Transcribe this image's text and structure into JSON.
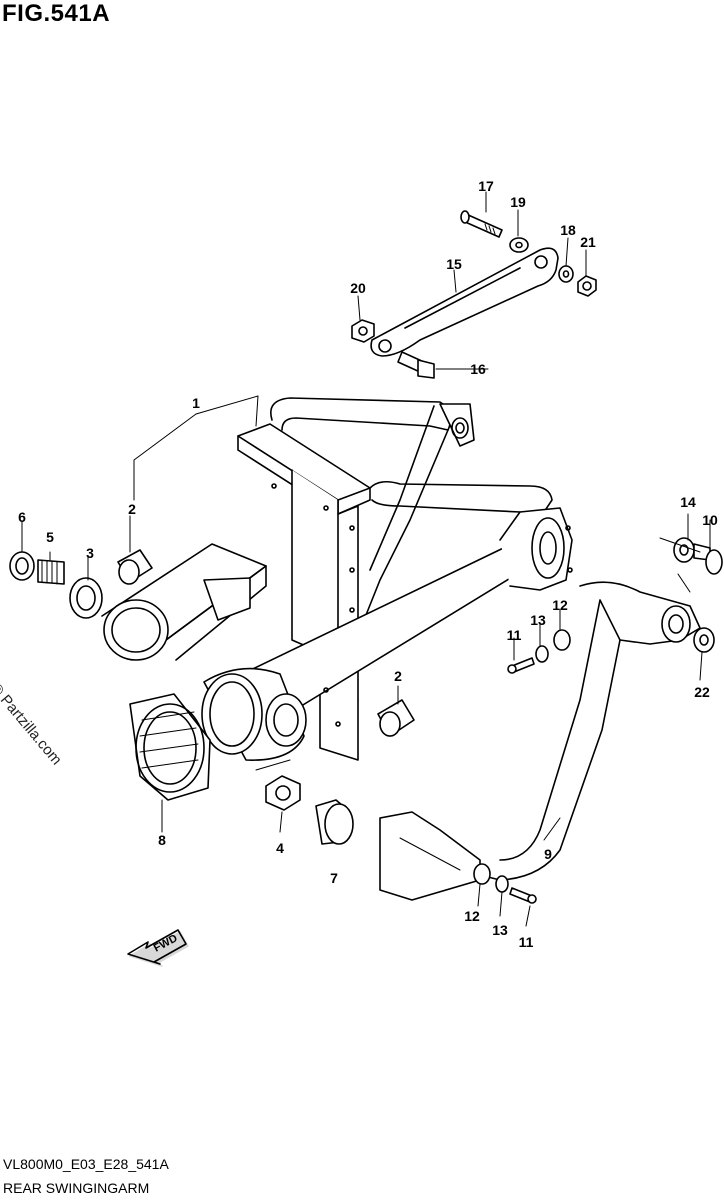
{
  "figure": {
    "title": "FIG.541A",
    "watermark": "© Partzilla.com",
    "footer_code": "VL800M0_E03_E28_541A",
    "footer_name": "REAR SWINGINGARM",
    "fwd_label": "FWD"
  },
  "callouts": [
    {
      "id": "c17",
      "text": "17"
    },
    {
      "id": "c19",
      "text": "19"
    },
    {
      "id": "c18",
      "text": "18"
    },
    {
      "id": "c21",
      "text": "21"
    },
    {
      "id": "c15",
      "text": "15"
    },
    {
      "id": "c20",
      "text": "20"
    },
    {
      "id": "c16",
      "text": "16"
    },
    {
      "id": "c1",
      "text": "1"
    },
    {
      "id": "c2a",
      "text": "2"
    },
    {
      "id": "c6",
      "text": "6"
    },
    {
      "id": "c5",
      "text": "5"
    },
    {
      "id": "c3",
      "text": "3"
    },
    {
      "id": "c14",
      "text": "14"
    },
    {
      "id": "c10",
      "text": "10"
    },
    {
      "id": "c12a",
      "text": "12"
    },
    {
      "id": "c13a",
      "text": "13"
    },
    {
      "id": "c11a",
      "text": "11"
    },
    {
      "id": "c22",
      "text": "22"
    },
    {
      "id": "c2b",
      "text": "2"
    },
    {
      "id": "c8",
      "text": "8"
    },
    {
      "id": "c4",
      "text": "4"
    },
    {
      "id": "c7",
      "text": "7"
    },
    {
      "id": "c9",
      "text": "9"
    },
    {
      "id": "c12b",
      "text": "12"
    },
    {
      "id": "c13b",
      "text": "13"
    },
    {
      "id": "c11b",
      "text": "11"
    }
  ]
}
